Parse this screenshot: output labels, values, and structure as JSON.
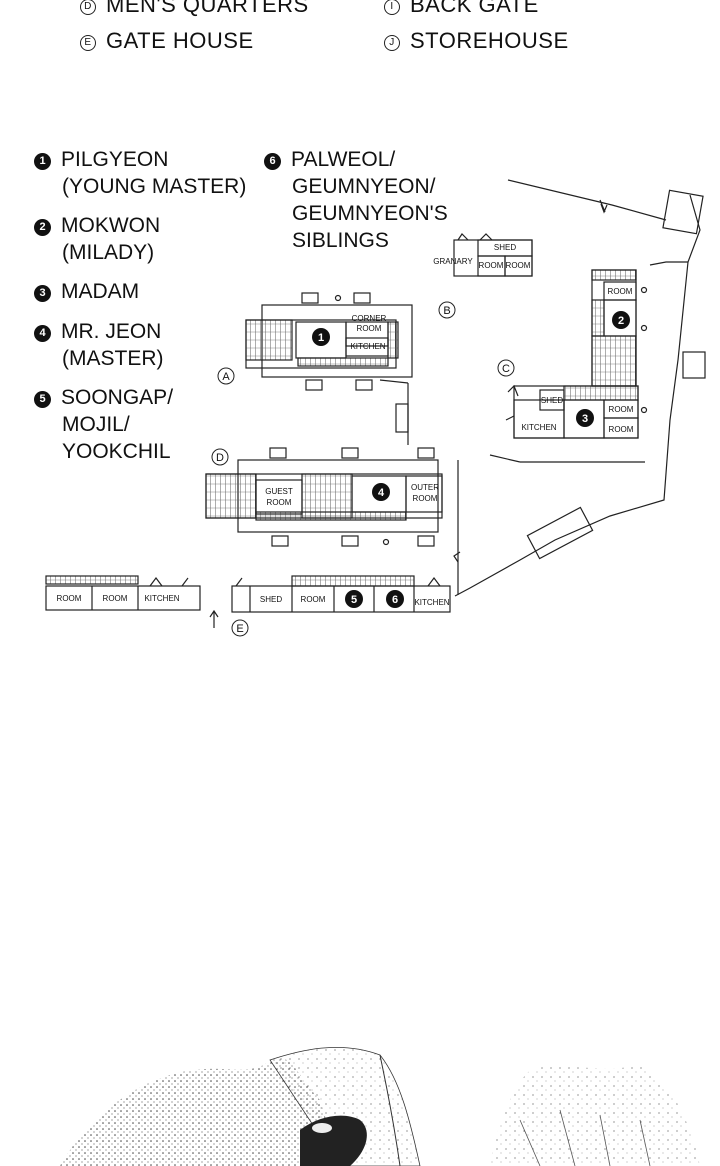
{
  "gate_legend": [
    {
      "letter": "D",
      "label": "MEN'S QUARTERS"
    },
    {
      "letter": "I",
      "label": "BACK GATE"
    },
    {
      "letter": "E",
      "label": "GATE HOUSE"
    },
    {
      "letter": "J",
      "label": "STOREHOUSE"
    }
  ],
  "residents": {
    "r1": {
      "number": "1",
      "lines": [
        "PILGYEON",
        "(YOUNG MASTER)"
      ]
    },
    "r2": {
      "number": "2",
      "lines": [
        "MOKWON",
        "(MILADY)"
      ]
    },
    "r3": {
      "number": "3",
      "lines": [
        "MADAM"
      ]
    },
    "r4": {
      "number": "4",
      "lines": [
        "MR. JEON",
        "(MASTER)"
      ]
    },
    "r5": {
      "number": "5",
      "lines": [
        "SOONGAP/",
        "MOJIL/",
        "YOOKCHIL"
      ]
    },
    "r6": {
      "number": "6",
      "lines": [
        "PALWEOL/",
        "GEUMNYEON/",
        "GEUMNYEON'S",
        "SIBLINGS"
      ]
    }
  },
  "plan": {
    "markers": {
      "a": "A",
      "b": "B",
      "c": "C",
      "d": "D",
      "e": "E"
    },
    "rooms": {
      "corner_room_1": "CORNER",
      "corner_room_2": "ROOM",
      "kitchen_1": "KITCHEN",
      "granary": "GRANARY",
      "shed_top": "SHED",
      "room_g1": "ROOM",
      "room_g2": "ROOM",
      "room_2": "ROOM",
      "shed_3": "SHED",
      "kitchen_3": "KITCHEN",
      "room_3a": "ROOM",
      "room_3b": "ROOM",
      "guest_1": "GUEST",
      "guest_2": "ROOM",
      "outer_1": "OUTER",
      "outer_2": "ROOM",
      "room_l1": "ROOM",
      "room_l2": "ROOM",
      "kitchen_l": "KITCHEN",
      "shed_b": "SHED",
      "room_b": "ROOM",
      "kitchen_b": "KITCHEN"
    },
    "badges": {
      "b1": "1",
      "b2": "2",
      "b3": "3",
      "b4": "4",
      "b5": "5",
      "b6": "6"
    }
  }
}
